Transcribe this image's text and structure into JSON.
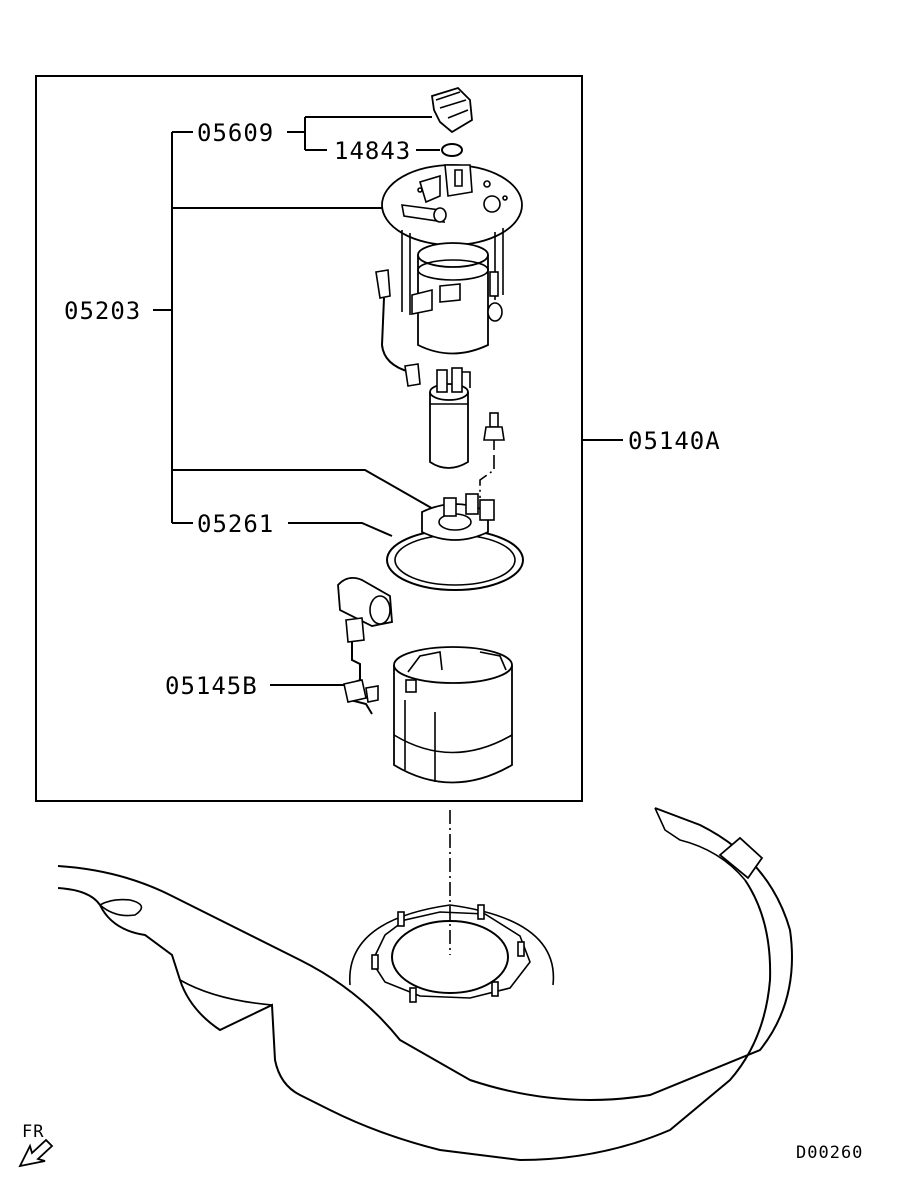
{
  "diagram": {
    "labels": {
      "p05609": "05609",
      "p14843": "14843",
      "p05203": "05203",
      "p05140A": "05140A",
      "p05261": "05261",
      "p05145B": "05145B"
    },
    "direction_label": "FR",
    "drawing_code": "D00260"
  }
}
